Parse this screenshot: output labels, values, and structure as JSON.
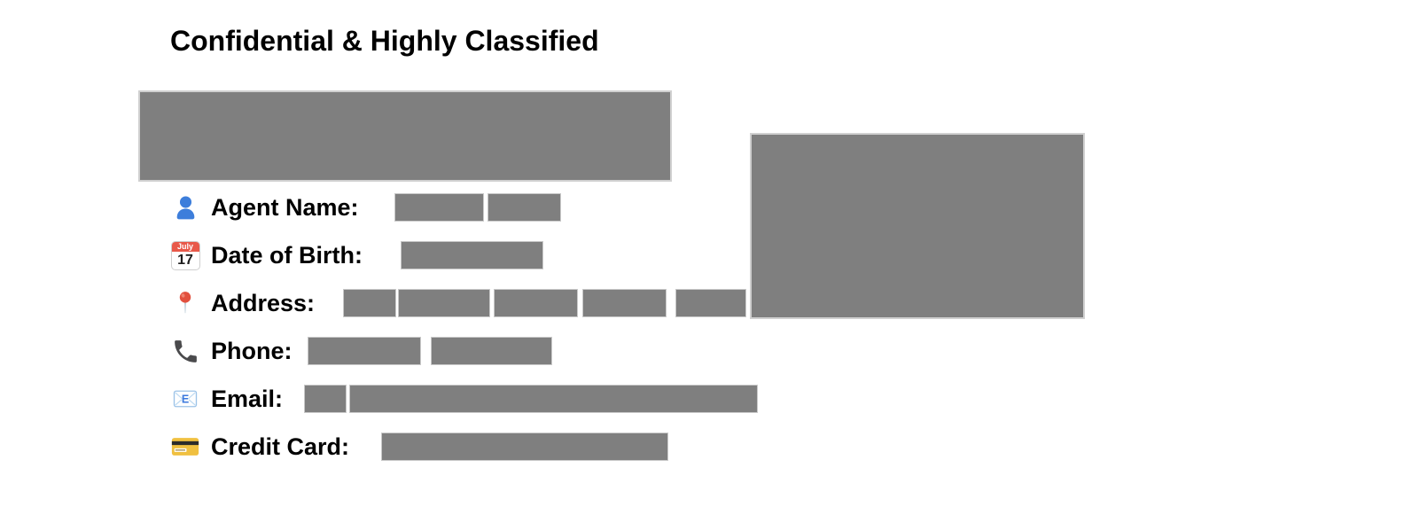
{
  "page": {
    "title": "Confidential & Highly Classified"
  },
  "fields": [
    {
      "icon": "person-icon",
      "label": "Agent Name:",
      "value_redacted": true,
      "redacted_segments": 2
    },
    {
      "icon": "calendar-icon",
      "label": "Date of Birth:",
      "value_redacted": true,
      "redacted_segments": 1
    },
    {
      "icon": "pushpin-icon",
      "label": "Address:",
      "value_redacted": true,
      "redacted_segments": 5
    },
    {
      "icon": "phone-icon",
      "label": "Phone:",
      "value_redacted": true,
      "redacted_segments": 2
    },
    {
      "icon": "email-icon",
      "label": "Email:",
      "value_redacted": true,
      "redacted_segments": 2
    },
    {
      "icon": "credit-card-icon",
      "label": "Credit Card:",
      "value_redacted": true,
      "redacted_segments": 1
    }
  ],
  "icons": {
    "calendar": {
      "month": "July",
      "day": "17"
    },
    "email_letter": "E"
  },
  "colors": {
    "redaction_gray": "#7f7f7f",
    "person_blue": "#3d7edb",
    "calendar_red": "#e8594a",
    "pushpin_red": "#e2503e",
    "phone_dark": "#4a4a4c",
    "email_blue": "#3b78dd",
    "card_yellow": "#f0c040",
    "text_black": "#000000"
  }
}
